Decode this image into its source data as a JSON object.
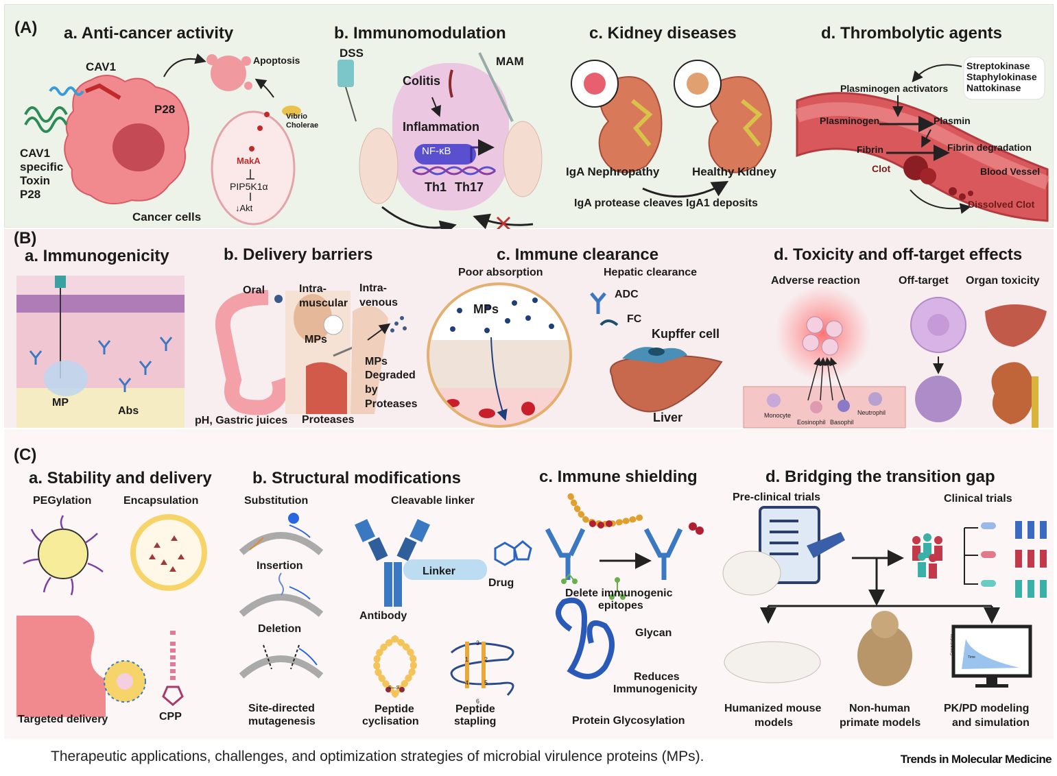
{
  "panelA": {
    "label": "(A)",
    "a": {
      "title": "a. Anti-cancer activity",
      "cav1": "CAV1",
      "toxin": [
        "CAV1",
        "specific",
        "Toxin",
        "P28"
      ],
      "p28": "P28",
      "apoptosis": "Apoptosis",
      "vibrio": [
        "Vibrio",
        "Cholerae"
      ],
      "maka": "MakA",
      "pip": "PIP5K1α",
      "akt": "Akt",
      "cells": "Cancer cells"
    },
    "b": {
      "title": "b. Immunomodulation",
      "dss": "DSS",
      "mam": "MAM",
      "colitis": "Colitis",
      "inflammation": "Inflammation",
      "nfkb": "NF-κB",
      "th1": "Th1",
      "th17": "Th17"
    },
    "c": {
      "title": "c. Kidney diseases",
      "iga": "IgA Nephropathy",
      "healthy": "Healthy Kidney",
      "protease": "IgA protease cleaves IgA1 deposits"
    },
    "d": {
      "title": "d. Thrombolytic agents",
      "agents": [
        "Streptokinase",
        "Staphylokinase",
        "Nattokinase"
      ],
      "activators": "Plasminogen activators",
      "plasminogen": "Plasminogen",
      "plasmin": "Plasmin",
      "fibrin": "Fibrin",
      "degradation": "Fibrin degradation",
      "clot": "Clot",
      "vessel": "Blood Vessel",
      "dissolved": "Dissolved Clot"
    }
  },
  "panelB": {
    "label": "(B)",
    "a": {
      "title": "a. Immunogenicity",
      "mp": "MP",
      "abs": "Abs"
    },
    "b": {
      "title": "b. Delivery barriers",
      "oral": "Oral",
      "im": [
        "Intra-",
        "muscular"
      ],
      "iv": [
        "Intra-",
        "venous"
      ],
      "mps": "MPs",
      "degraded": [
        "MPs",
        "Degraded",
        "by",
        "Proteases"
      ],
      "gastric": "pH, Gastric juices",
      "proteases": "Proteases"
    },
    "c": {
      "title": "c. Immune clearance",
      "poor": "Poor absorption",
      "hepatic": "Hepatic clearance",
      "mps": "MPs",
      "adc": "ADC",
      "fc": "FC",
      "kupffer": "Kupffer cell",
      "liver": "Liver"
    },
    "d": {
      "title": "d. Toxicity and off-target effects",
      "adverse": "Adverse reaction",
      "offtarget": "Off-target",
      "organ": "Organ toxicity",
      "cells": [
        "Monocyte",
        "Eosinophil",
        "Basophil",
        "Neutrophil"
      ]
    }
  },
  "panelC": {
    "label": "(C)",
    "a": {
      "title": "a. Stability and delivery",
      "peg": "PEGylation",
      "encap": "Encapsulation",
      "targeted": "Targeted delivery",
      "cpp": "CPP"
    },
    "b": {
      "title": "b. Structural modifications",
      "sub": "Substitution",
      "ins": "Insertion",
      "del": "Deletion",
      "sdm": [
        "Site-directed",
        "mutagenesis"
      ],
      "cleavable": "Cleavable linker",
      "linker": "Linker",
      "drug": "Drug",
      "antibody": "Antibody",
      "cyc": [
        "Peptide",
        "cyclisation"
      ],
      "stap": [
        "Peptide",
        "stapling"
      ],
      "nums": [
        "1",
        "2",
        "3",
        "4",
        "5",
        "6"
      ],
      "ss": "S—S"
    },
    "c": {
      "title": "c. Immune shielding",
      "delete": [
        "Delete immunogenic",
        "epitopes"
      ],
      "glycan": "Glycan",
      "reduces": [
        "Reduces",
        "Immunogenicity"
      ],
      "glyco": "Protein Glycosylation"
    },
    "d": {
      "title": "d. Bridging the transition  gap",
      "pre": "Pre-clinical trials",
      "clinical": "Clinical trials",
      "mouse": [
        "Humanized mouse",
        "models"
      ],
      "primate": [
        "Non-human",
        "primate models"
      ],
      "pkpd": [
        "PK/PD modeling",
        "and simulation"
      ],
      "axis": [
        "Concentration",
        "Time"
      ]
    }
  },
  "caption": "Therapeutic applications, challenges, and optimization strategies of microbial virulence proteins (MPs).",
  "brand": "Trends in Molecular Medicine",
  "colors": {
    "panelA": "#eef3ea",
    "panelB": "#f8eef0",
    "panelC": "#fdf6f7",
    "cell": "#f08a8f",
    "antibody": "#3a78c2",
    "vessel": "#d9585c",
    "nfkb": "#5a4fcf"
  }
}
